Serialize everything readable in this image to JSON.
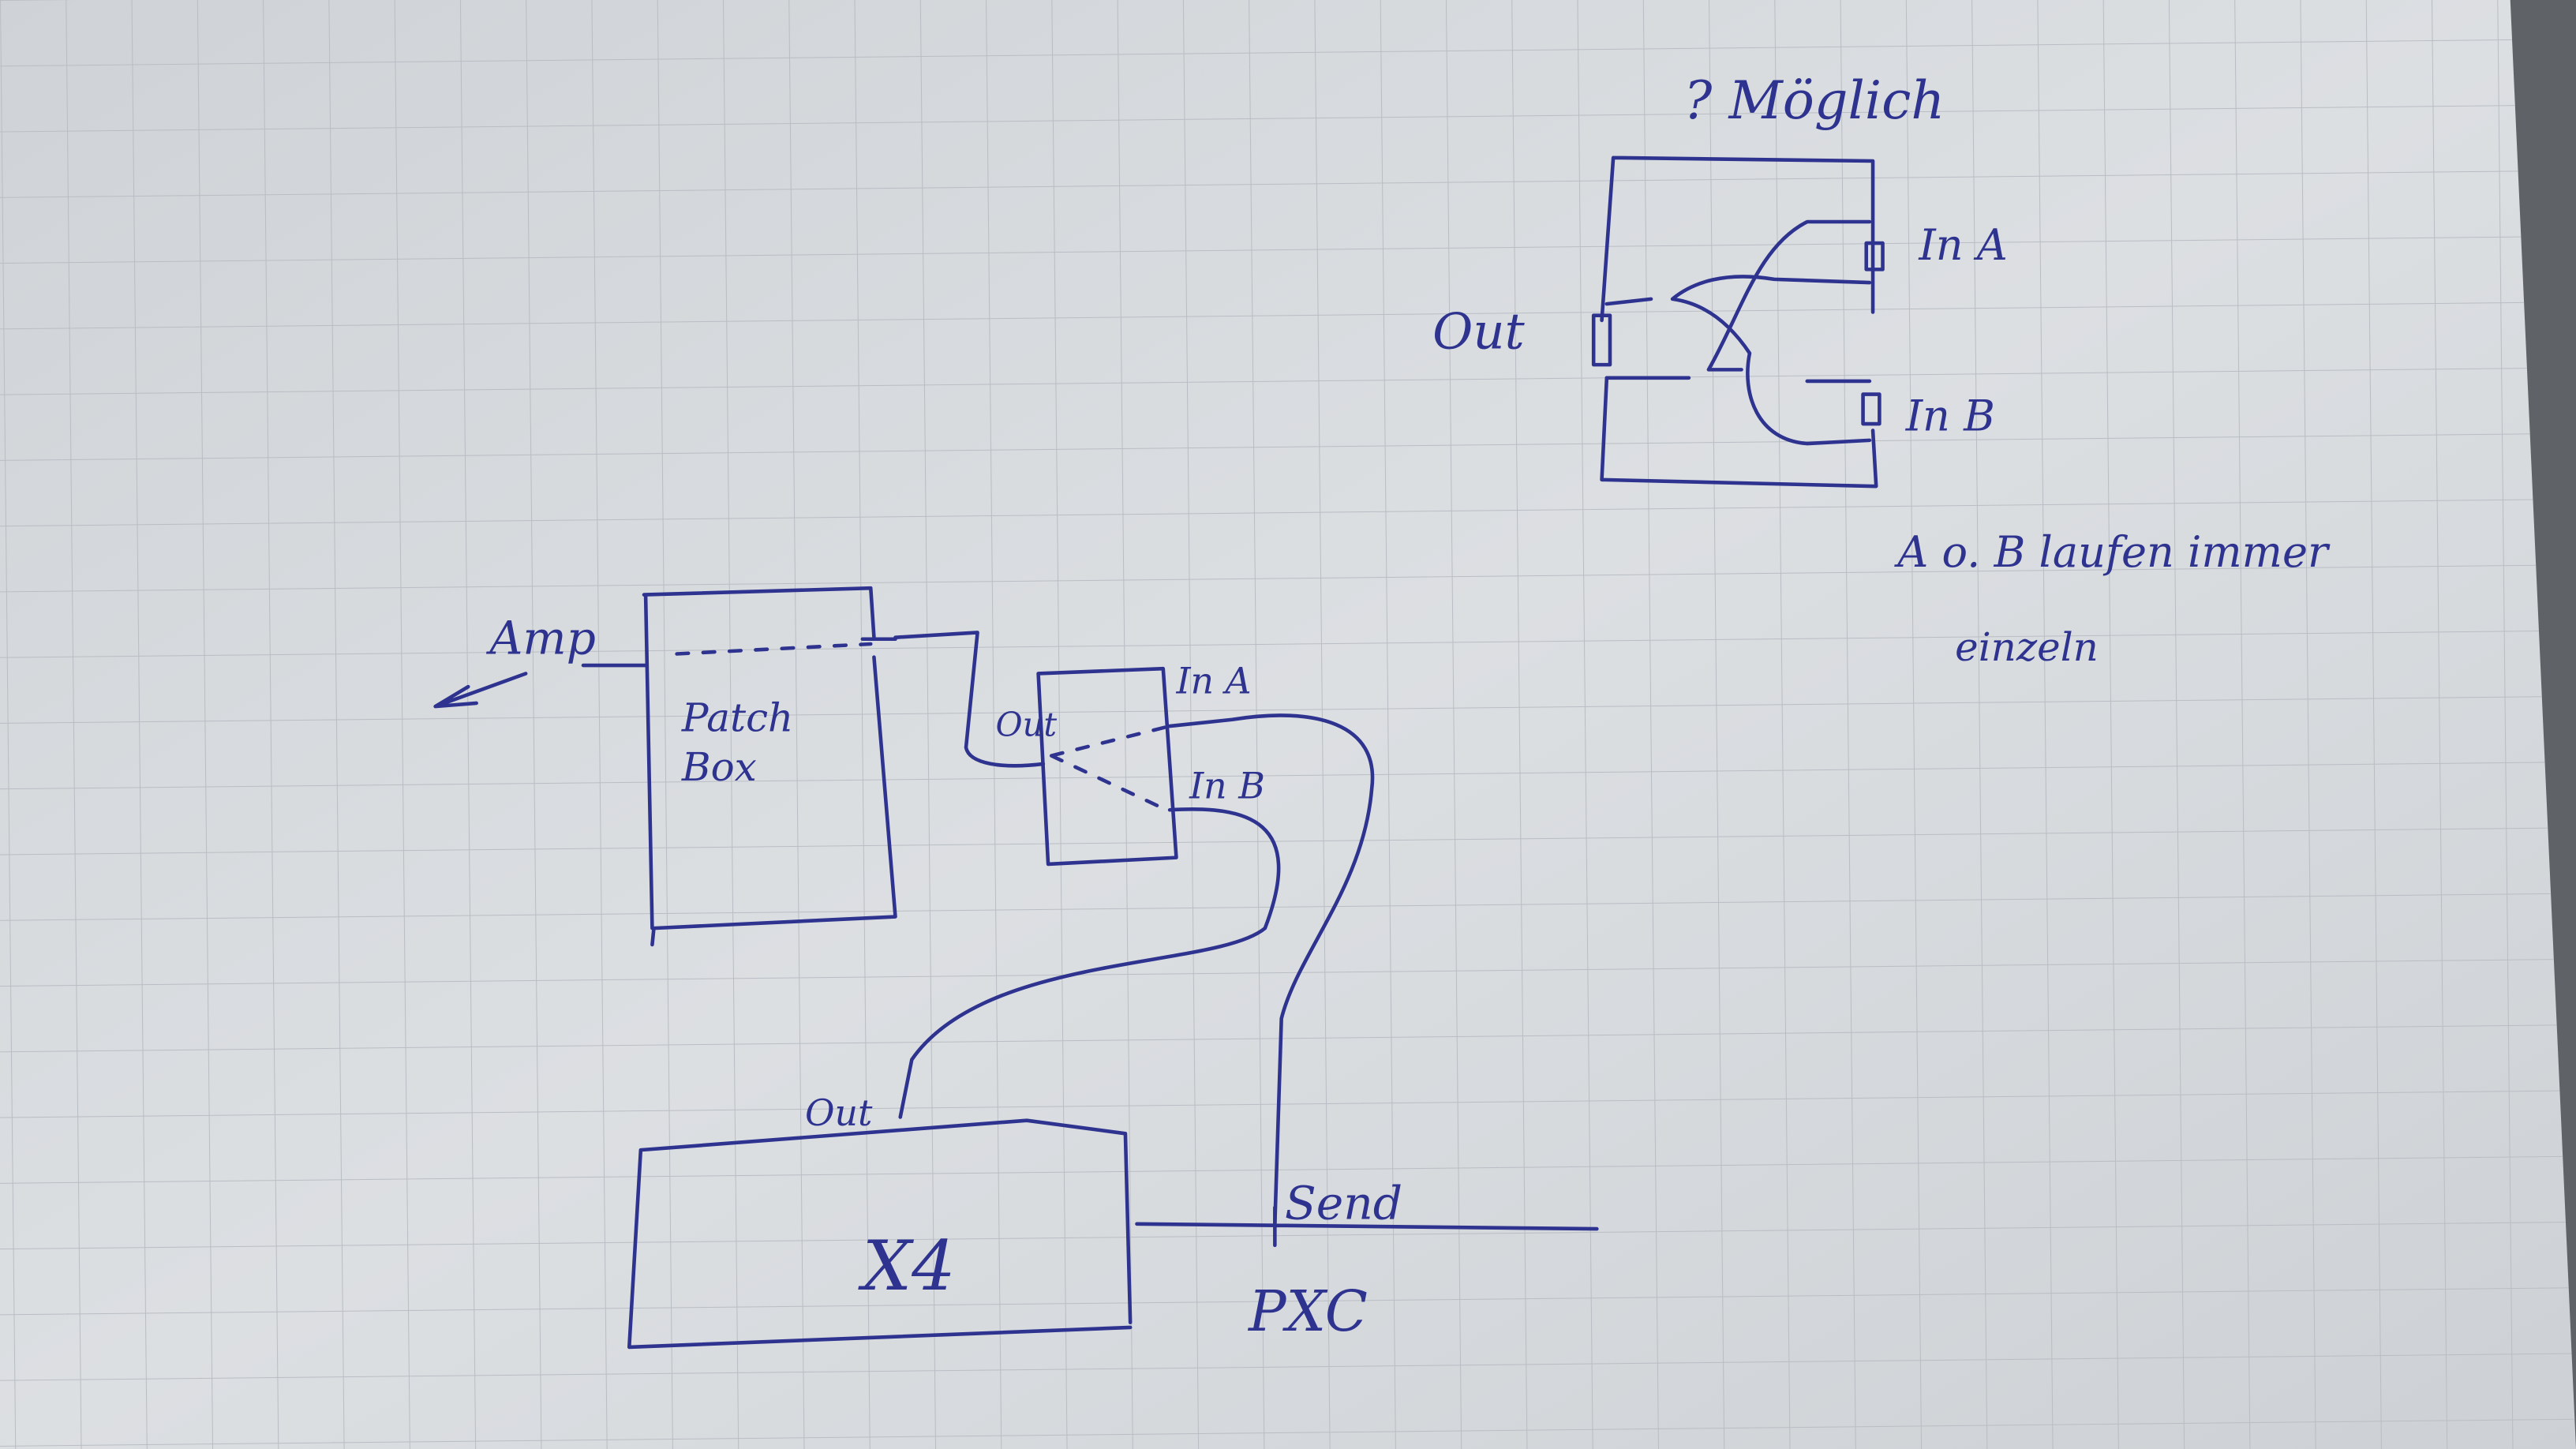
{
  "colors": {
    "ink": "#2e338f",
    "paper": "#d8dbde",
    "grid": "#b9bec4"
  },
  "top_diagram": {
    "note": "? Möglich",
    "out_label": "Out",
    "in_a_label": "In A",
    "in_b_label": "In B",
    "comment_line1": "A o. B laufen immer",
    "comment_line2": "einzeln"
  },
  "main_diagram": {
    "amp_label": "Amp",
    "patch_box_line1": "Patch",
    "patch_box_line2": "Box",
    "switch_out_label": "Out",
    "switch_in_a_label": "In A",
    "switch_in_b_label": "In B",
    "x4_out_label": "Out",
    "x4_label": "X4",
    "send_label": "Send",
    "pxc_label": "PXC"
  }
}
